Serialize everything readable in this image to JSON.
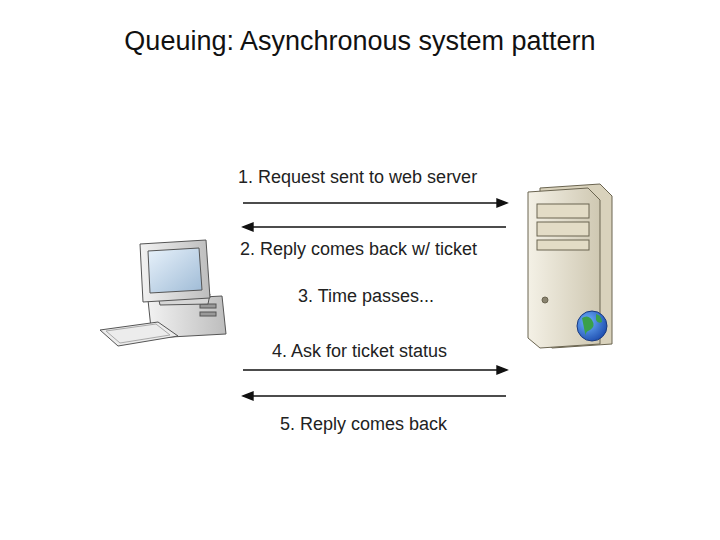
{
  "diagram": {
    "title": "Queuing: Asynchronous system pattern",
    "labels": [
      "1. Request sent to web server",
      "2. Reply comes back w/ ticket",
      "3. Time passes...",
      "4. Ask for ticket status",
      "5. Reply comes back"
    ]
  }
}
